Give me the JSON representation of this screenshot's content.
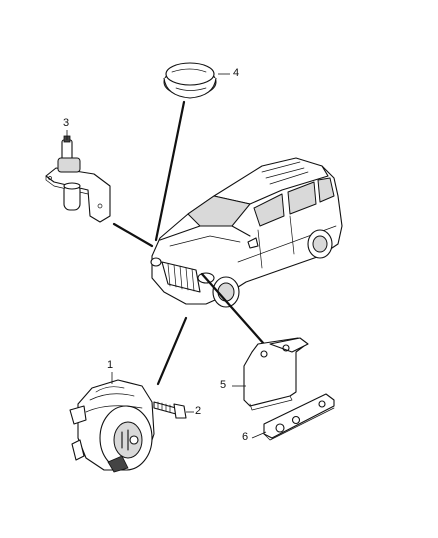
{
  "diagram": {
    "callouts": [
      {
        "id": "1",
        "label": "1"
      },
      {
        "id": "2",
        "label": "2"
      },
      {
        "id": "3",
        "label": "3"
      },
      {
        "id": "4",
        "label": "4"
      },
      {
        "id": "5",
        "label": "5"
      },
      {
        "id": "6",
        "label": "6"
      }
    ],
    "ink_color": "#111111",
    "background": "#ffffff"
  }
}
